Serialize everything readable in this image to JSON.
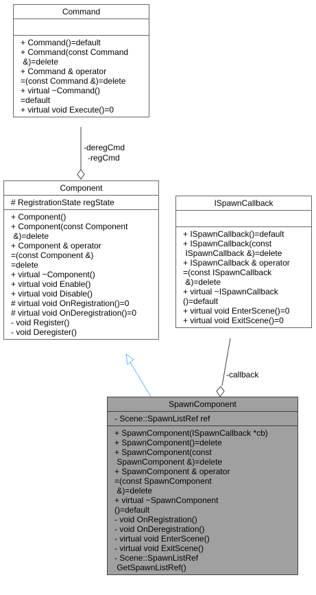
{
  "classes": {
    "command": {
      "title": "Command",
      "attrs": [],
      "methods": [
        "+ Command()=default",
        "+ Command(const Command",
        " &)=delete",
        "+ Command & operator",
        "=(const Command &)=delete",
        "+ virtual ~Command()",
        "=default",
        "+ virtual void Execute()=0"
      ]
    },
    "component": {
      "title": "Component",
      "attrs": [
        "# RegistrationState regState"
      ],
      "methods": [
        "+ Component()",
        "+ Component(const Component",
        " &)=delete",
        "+ Component & operator",
        "=(const Component &)",
        "=delete",
        "+ virtual ~Component()",
        "+ virtual void Enable()",
        "+ virtual void Disable()",
        "# virtual void OnRegistration()=0",
        "# virtual void OnDeregistration()=0",
        "- void Register()",
        "- void Deregister()"
      ]
    },
    "ispawncallback": {
      "title": "ISpawnCallback",
      "attrs": [],
      "methods": [
        "+ ISpawnCallback()=default",
        "+ ISpawnCallback(const",
        " ISpawnCallback &)=delete",
        "+ ISpawnCallback & operator",
        "=(const ISpawnCallback",
        " &)=delete",
        "+ virtual ~ISpawnCallback",
        "()=default",
        "+ virtual void EnterScene()=0",
        "+ virtual void ExitScene()=0"
      ]
    },
    "spawncomponent": {
      "title": "SpawnComponent",
      "attrs": [
        "- Scene::SpawnListRef ref"
      ],
      "methods": [
        "+ SpawnComponent(ISpawnCallback *cb)",
        "+ SpawnComponent()=delete",
        "+ SpawnComponent(const",
        " SpawnComponent &)=delete",
        "+ SpawnComponent & operator",
        "=(const SpawnComponent",
        " &)=delete",
        "+ virtual ~SpawnComponent",
        "()=default",
        "- void OnRegistration()",
        "- void OnDeregistration()",
        "- virtual void EnterScene()",
        "- virtual void ExitScene()",
        "- Scene::SpawnListRef",
        " GetSpawnListRef()"
      ]
    }
  },
  "edges": {
    "command_to_component": {
      "label1": "-deregCmd",
      "label2": "-regCmd"
    },
    "callback_to_spawn": {
      "label": "-callback"
    }
  },
  "colors": {
    "border": "#666666",
    "highlight_fill": "#a0a0a0",
    "inheritance_edge": "#63b8ff",
    "association_edge": "#404040"
  }
}
